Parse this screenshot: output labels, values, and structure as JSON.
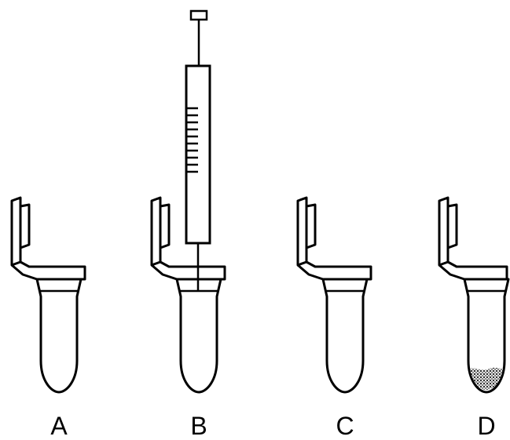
{
  "panels": [
    {
      "label": "A",
      "liquid_color": "#e6e6e6",
      "syringe": false,
      "pellet": false
    },
    {
      "label": "B",
      "liquid_color": "#e6e6e6",
      "syringe": true,
      "pellet": false
    },
    {
      "label": "C",
      "liquid_color": "#8c8c8c",
      "syringe": false,
      "pellet": false
    },
    {
      "label": "D",
      "liquid_color": "#e6e6e6",
      "syringe": false,
      "pellet": true
    }
  ],
  "colors": {
    "outline": "#000000",
    "background": "#ffffff"
  }
}
